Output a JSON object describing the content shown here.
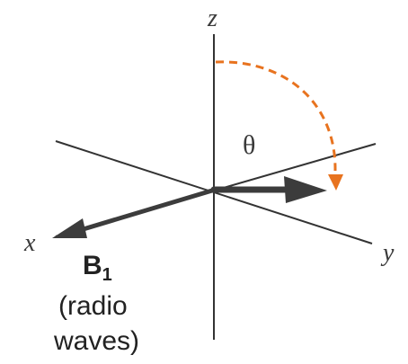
{
  "axes": {
    "z_label": "z",
    "x_label": "x",
    "y_label": "y"
  },
  "angle": {
    "symbol": "θ"
  },
  "field": {
    "symbol": "B",
    "subscript": "1",
    "caption_line1": "(radio",
    "caption_line2": "waves)"
  },
  "colors": {
    "axis": "#333333",
    "vector": "#3c3c3c",
    "angle_arc": "#e8731f"
  }
}
